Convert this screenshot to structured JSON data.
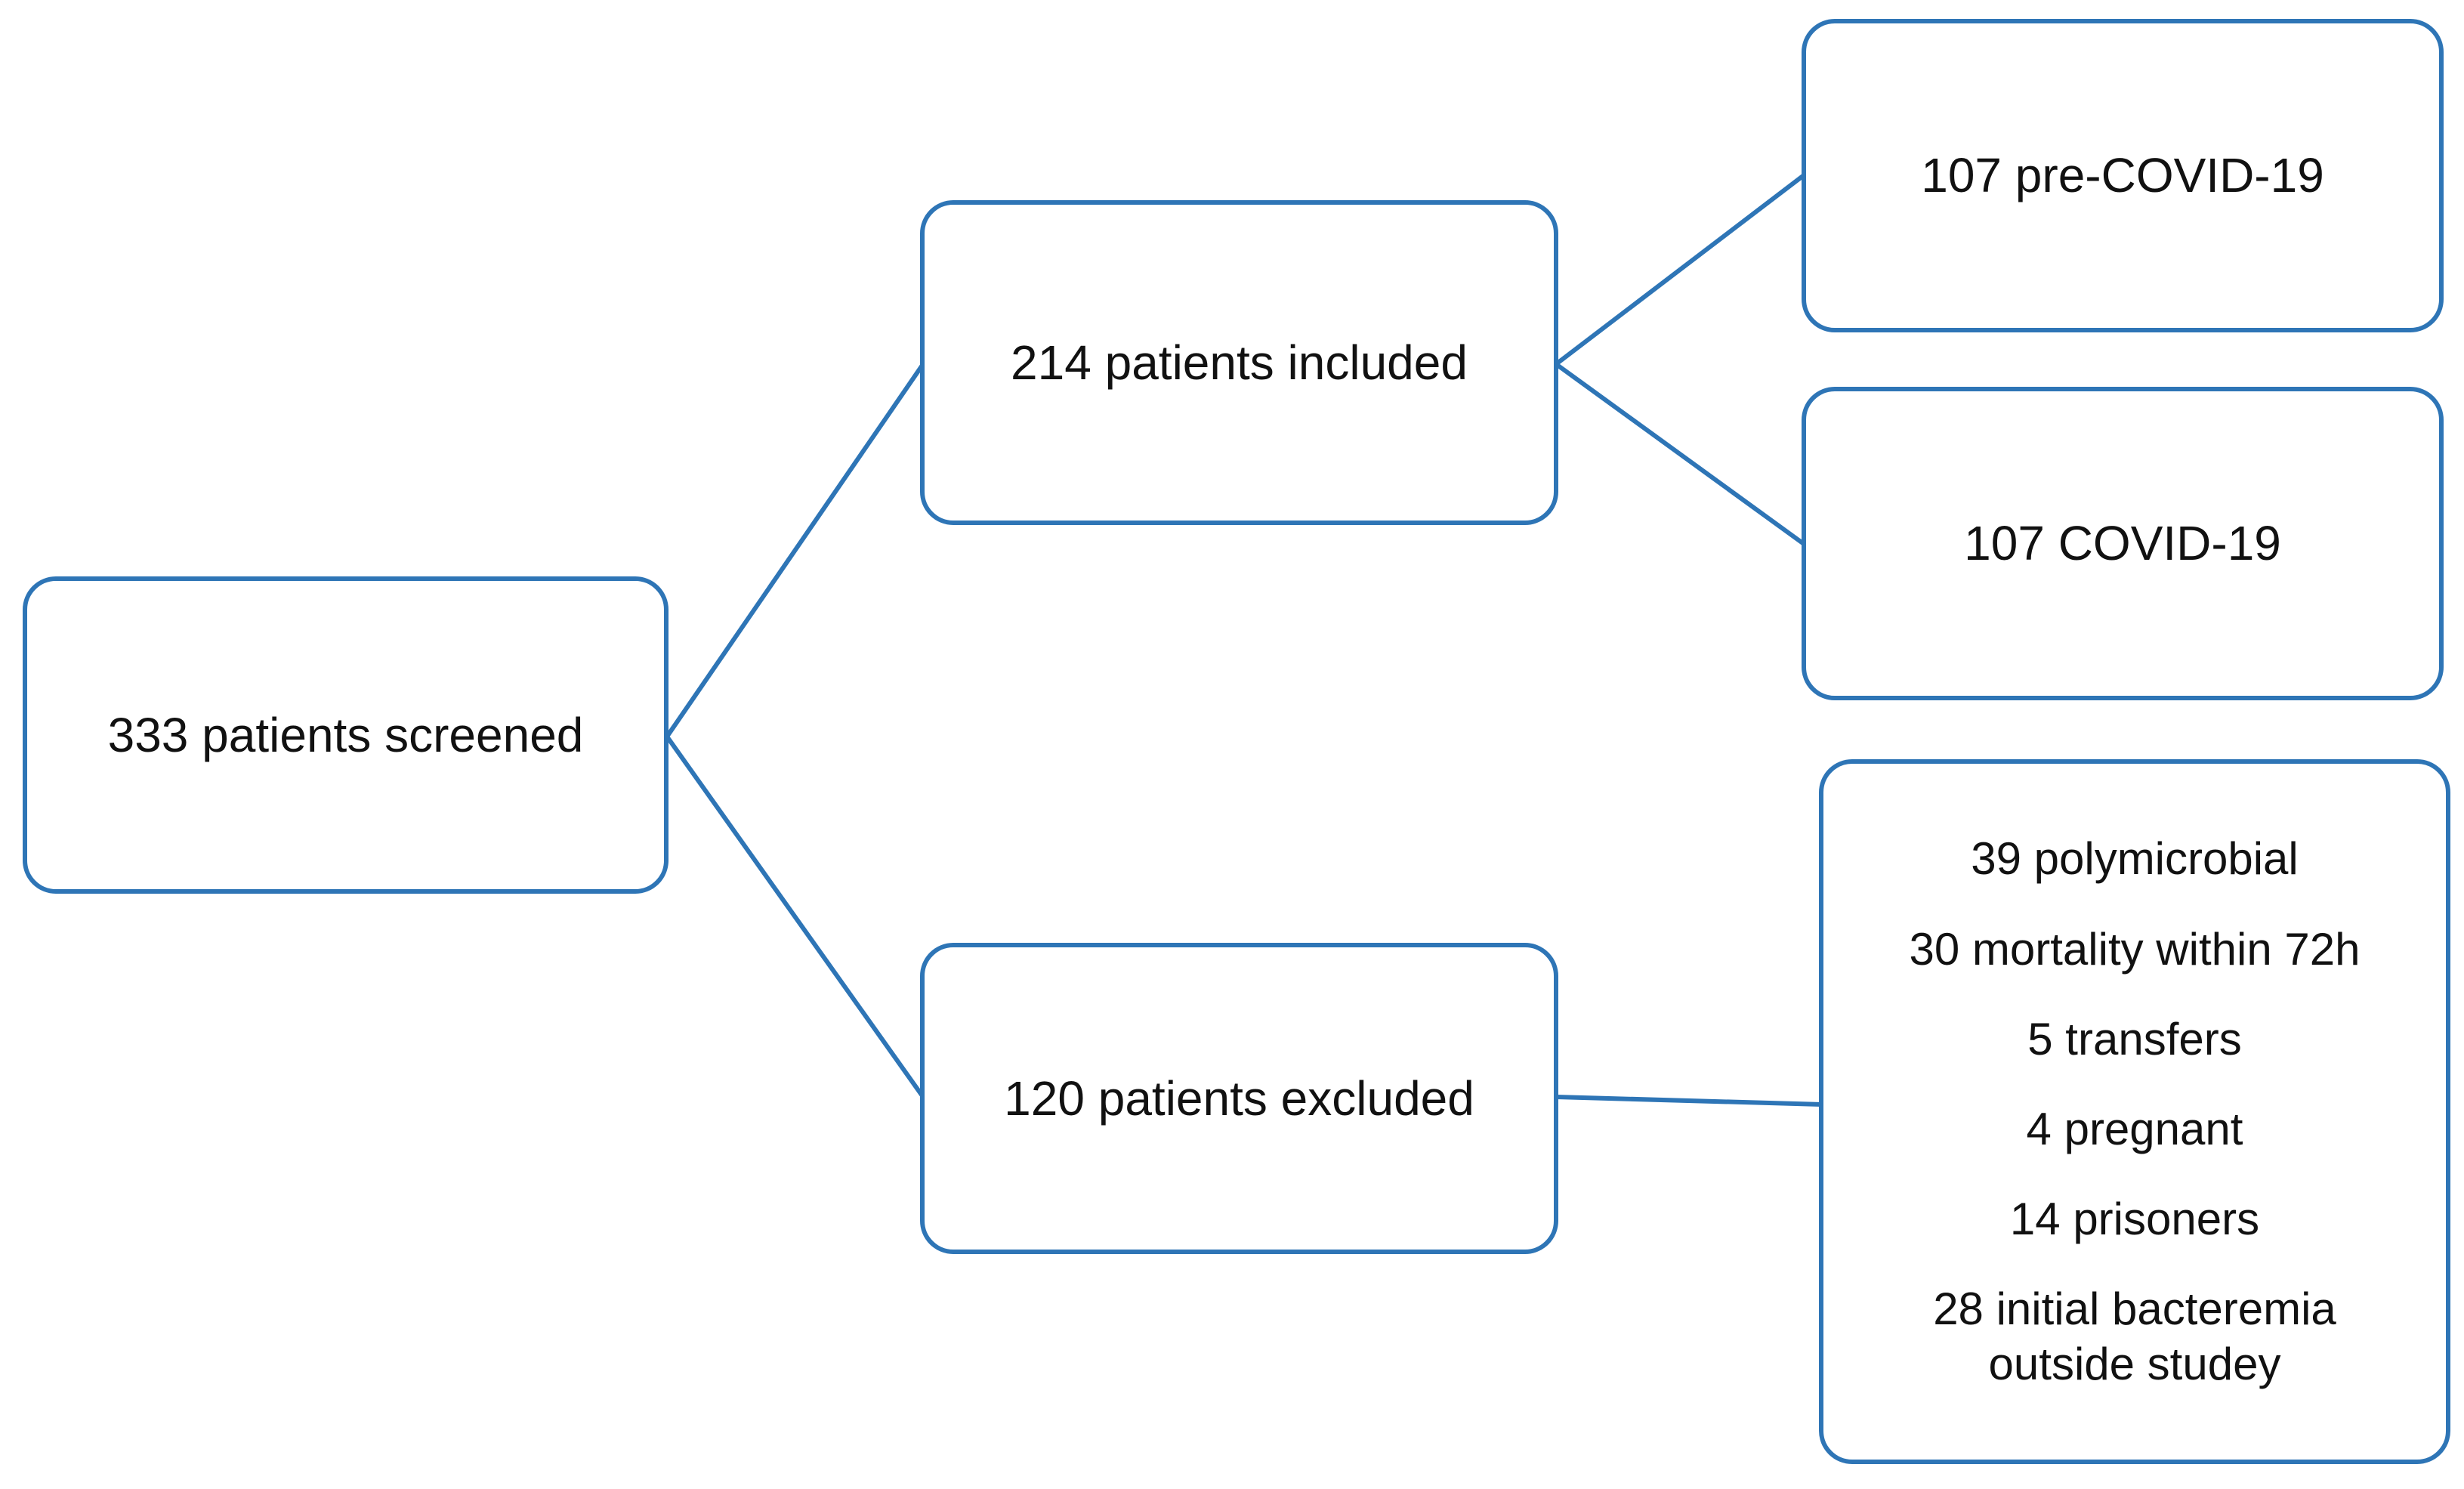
{
  "theme": {
    "accent_color": "#2E75B6",
    "text_color": "#111111",
    "canvas_background": "#FFFFFF"
  },
  "flowchart": {
    "screened": {
      "label": "333 patients screened"
    },
    "included": {
      "label": "214 patients included"
    },
    "pre_covid": {
      "label": "107 pre-COVID-19"
    },
    "covid": {
      "label": "107 COVID-19"
    },
    "excluded": {
      "label": "120 patients excluded"
    },
    "exclusion_reasons": {
      "items": [
        "39 polymicrobial",
        "30 mortality within 72h",
        "5 transfers",
        "4 pregnant",
        "14 prisoners",
        "28 initial bacteremia outside studey"
      ]
    }
  }
}
